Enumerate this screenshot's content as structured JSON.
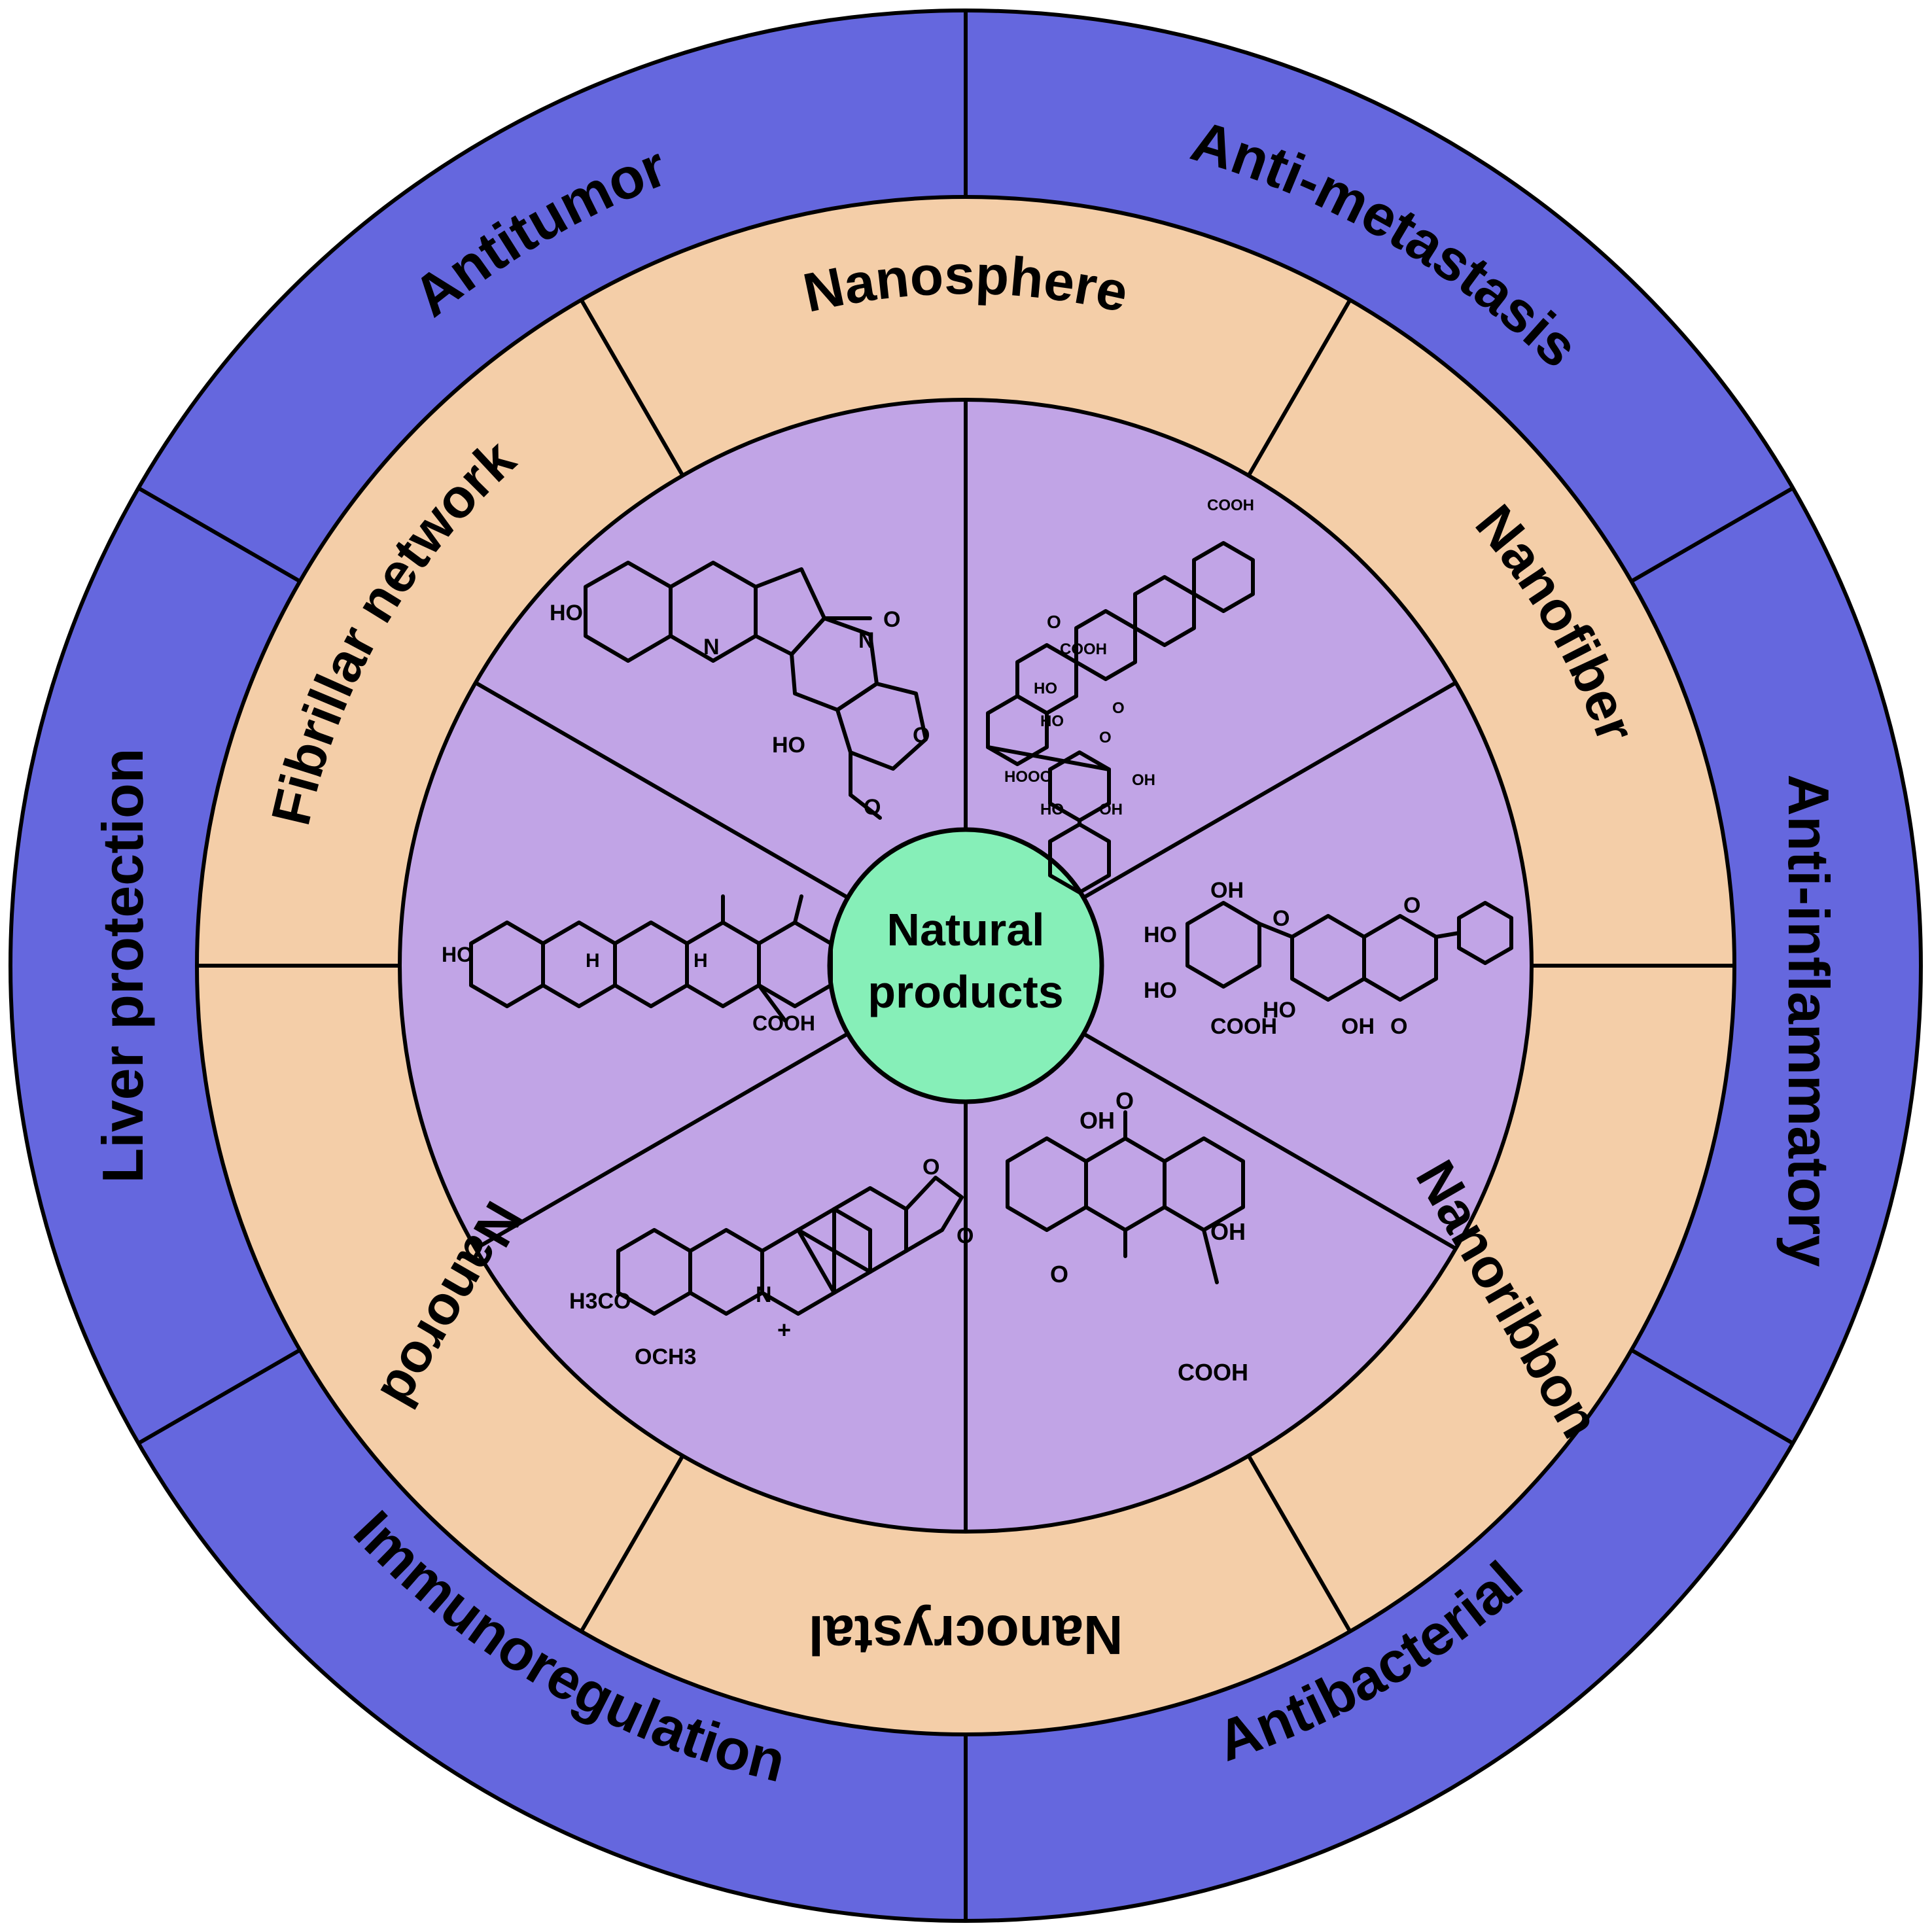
{
  "center": {
    "line1": "Natural",
    "line2": "products"
  },
  "colors": {
    "outer_ring": "#6567DE",
    "middle_ring": "#F4CEA8",
    "inner_disc": "#C1A4E6",
    "center": "#86EFB8",
    "lines": "#000000"
  },
  "applications": [
    {
      "label": "Antitumor"
    },
    {
      "label": "Anti-metastasis"
    },
    {
      "label": "Anti-inflammatory"
    },
    {
      "label": "Antibacterial"
    },
    {
      "label": "Immunoregulation"
    },
    {
      "label": "Liver protection"
    }
  ],
  "morphologies": [
    {
      "label": "Nanosphere"
    },
    {
      "label": "Nanofiber"
    },
    {
      "label": "Nanoribbon"
    },
    {
      "label": "Nanocrystal"
    },
    {
      "label": "Nanorod"
    },
    {
      "label": "Fibrillar network"
    }
  ],
  "structures": {
    "camptothecin": {
      "hydroxyl": "HO",
      "nitrogen": "N",
      "nitrogen2": "N",
      "carbonyl": "O",
      "ring_o": "O",
      "ketone": "O",
      "alcohol": "HO"
    },
    "glycyrrhizin": {
      "acid_top": "COOH",
      "ketone": "O",
      "acid_glc1": "COOH",
      "ho1": "HO",
      "ho2": "HO",
      "link_o": "O",
      "link_o2": "O",
      "acid_glc2": "HOOC",
      "ho3": "HO",
      "oh1": "OH",
      "oh2": "OH"
    },
    "baicalin": {
      "oh_top": "OH",
      "ho_a": "HO",
      "ho_b": "HO",
      "acid": "COOH",
      "ho_c": "HO",
      "oh_bottom": "OH",
      "ring_o": "O",
      "link_o": "O",
      "ketone": "O"
    },
    "rhein": {
      "oh_top": "OH",
      "oh_right": "OH",
      "ketone_top": "O",
      "ketone_bottom": "O",
      "acid": "COOH"
    },
    "berberine": {
      "methoxy1": "H3CO",
      "methoxy2": "OCH3",
      "nitrogen": "N",
      "charge": "+",
      "o1": "O",
      "o2": "O"
    },
    "ursolic_acid": {
      "hydroxyl": "HO",
      "h1": "H",
      "h2": "H",
      "acid": "COOH"
    }
  }
}
